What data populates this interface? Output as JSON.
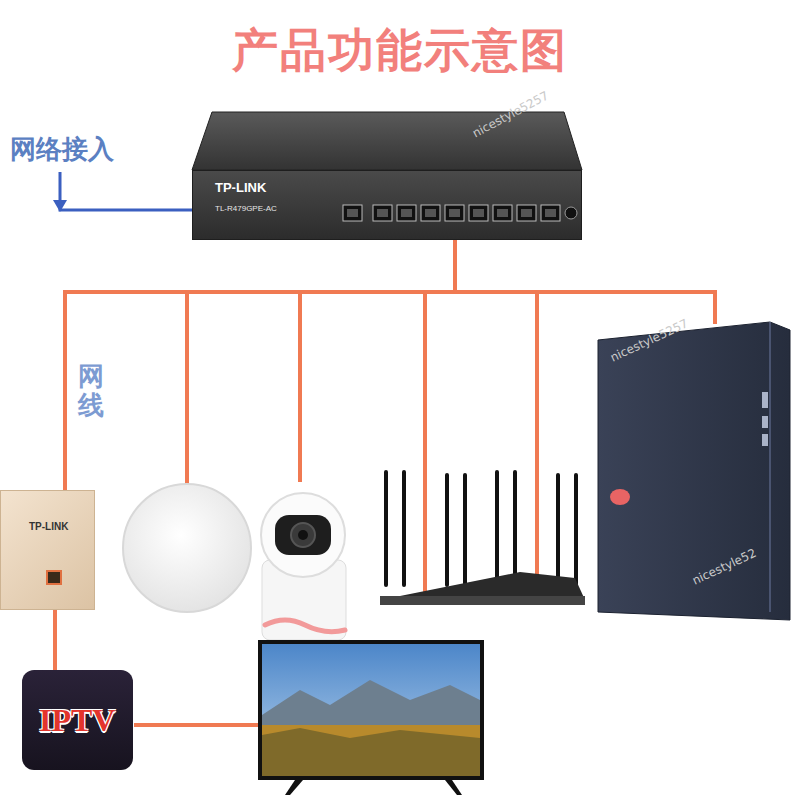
{
  "diagram": {
    "title": "产品功能示意图",
    "nodes": [
      {
        "text": [
          "TP-LINK",
          "TL-R479GPE-AC"
        ]
      },
      {
        "text": [
          "TP-LINK"
        ]
      },
      {
        "text": [
          "IPTV"
        ]
      }
    ],
    "edges": [
      {
        "from": 0,
        "to": 1,
        "arrow": "none"
      },
      {
        "from": 1,
        "to": 2,
        "arrow": "none"
      }
    ],
    "labels": [
      "网络接入",
      "网线",
      "nicestyle5257",
      "nicestyle5257",
      "nicestyle52"
    ]
  }
}
